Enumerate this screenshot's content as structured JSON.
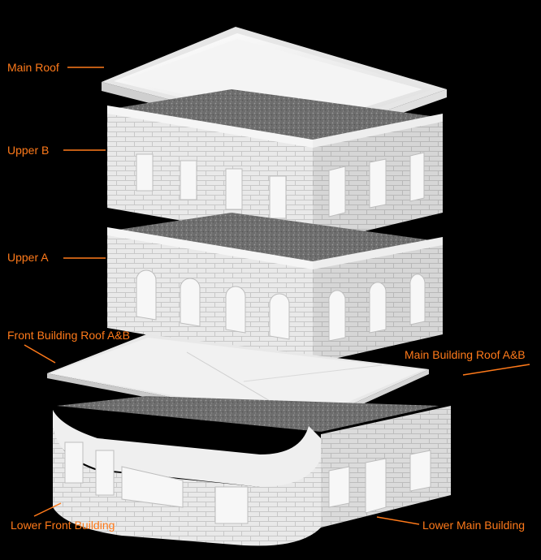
{
  "labels": {
    "main_roof": "Main Roof",
    "upper_b": "Upper B",
    "upper_a": "Upper A",
    "front_building_roof": "Front  Building Roof A&B",
    "main_building_roof": "Main Building Roof A&B",
    "lower_front_building": "Lower Front Building",
    "lower_main_building": "Lower Main Building"
  },
  "colors": {
    "background": "#000000",
    "label": "#ff7a1a",
    "model_light": "#f2f2f2",
    "model_mid": "#d9d9d9",
    "model_shadow": "#bdbdbd",
    "roof_gravel": "#7a7a7a"
  }
}
